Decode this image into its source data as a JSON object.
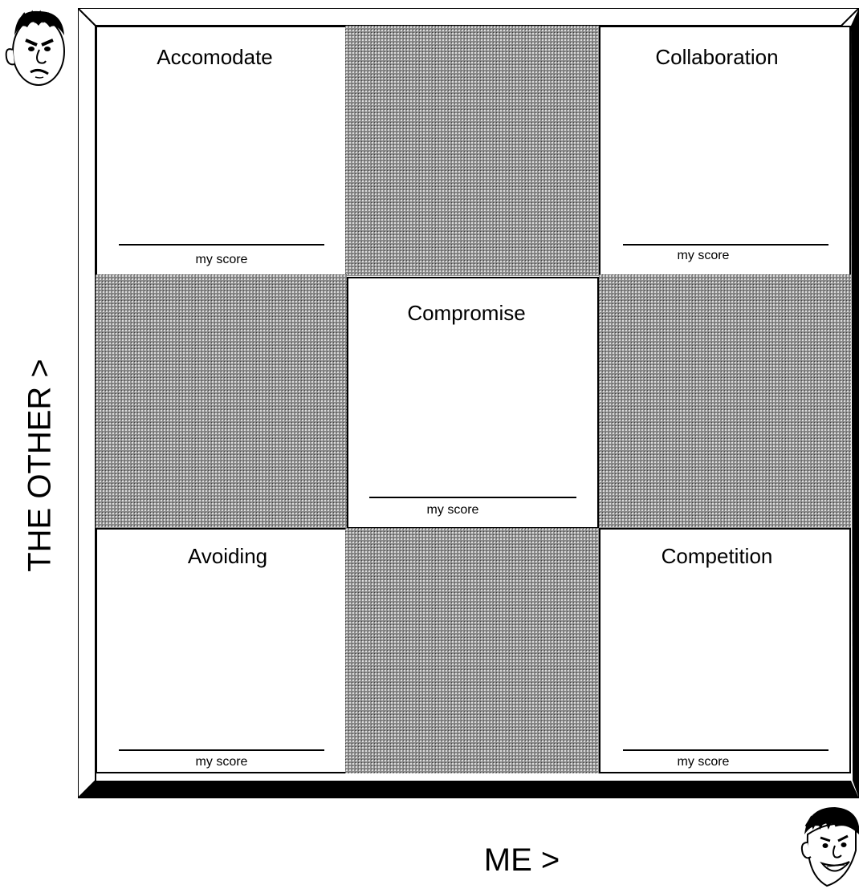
{
  "axes": {
    "y_label": "THE OTHER >",
    "x_label": "ME >"
  },
  "cells": {
    "accommodate": {
      "title": "Accomodate",
      "score_label": "my score"
    },
    "collaboration": {
      "title": "Collaboration",
      "score_label": "my score"
    },
    "compromise": {
      "title": "Compromise",
      "score_label": "my score"
    },
    "avoiding": {
      "title": "Avoiding",
      "score_label": "my score"
    },
    "competition": {
      "title": "Competition",
      "score_label": "my score"
    }
  },
  "icons": {
    "top_left": "angry-face-icon",
    "bottom_right": "grinning-face-icon"
  },
  "colors": {
    "frame": "#000000",
    "hatch_base": "#8a8a8a",
    "background": "#ffffff"
  }
}
